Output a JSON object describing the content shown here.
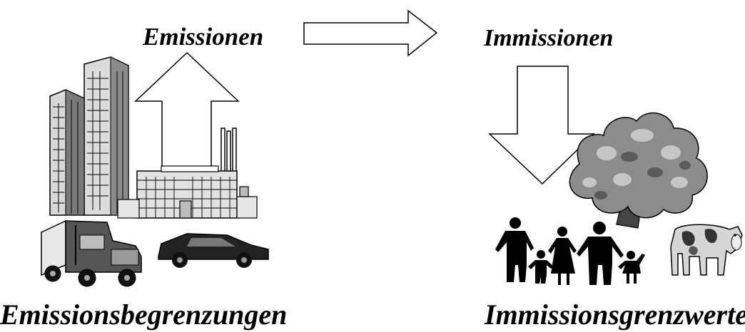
{
  "labels": {
    "emissions": "Emissionen",
    "immissions": "Immissionen",
    "emission_limits": "Emissionsbegrenzungen",
    "immission_limits": "Immissionsgrenzwerte"
  },
  "icons": {
    "source_group": [
      "skyscraper-icon",
      "factory-icon",
      "truck-icon",
      "car-icon"
    ],
    "receptor_group": [
      "tree-icon",
      "people-icon",
      "cow-icon"
    ],
    "arrows": [
      "arrow-up-icon",
      "arrow-right-icon",
      "arrow-down-icon"
    ]
  },
  "colors": {
    "ink": "#000000",
    "building_light": "#dcdcdc",
    "building_mid": "#9a9a9a",
    "foliage": "#8c8c8c",
    "foliage_light": "#c8c8c8"
  }
}
